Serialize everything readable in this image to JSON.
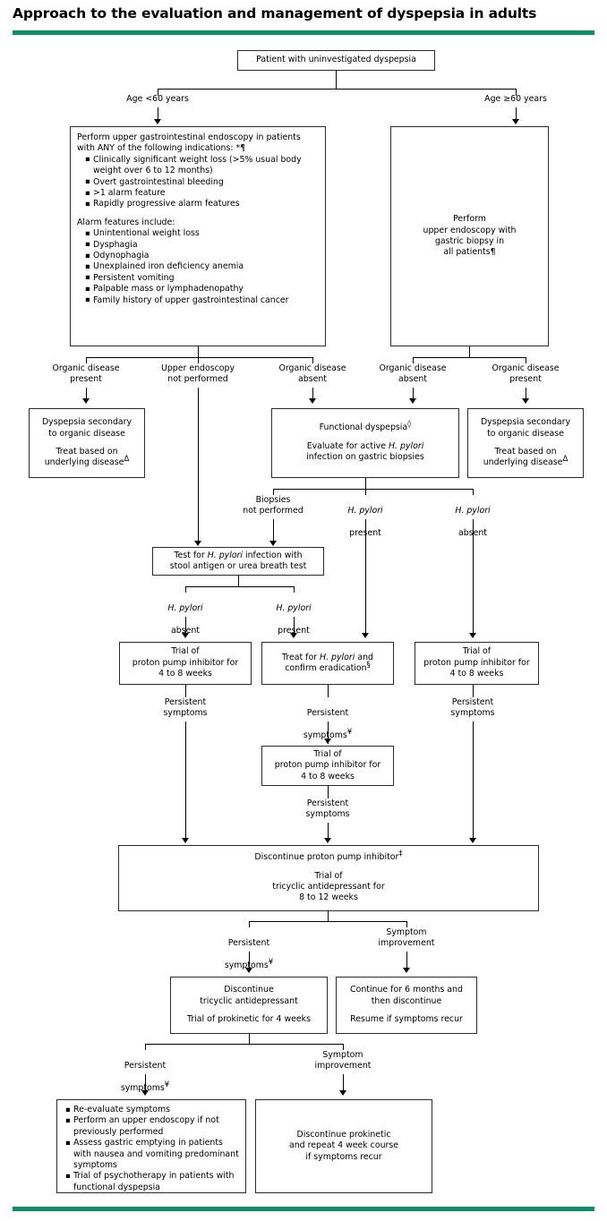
{
  "header": {
    "title": "Approach to the evaluation and management of dyspepsia in adults",
    "rule_color": "#0a9065"
  },
  "nodes": {
    "start": {
      "text": "Patient with uninvestigated dyspepsia"
    },
    "endoscopy_indications": {
      "intro": "Perform upper gastrointestinal endoscopy in patients with ANY of the following indications: *¶",
      "indications": [
        "Clinically significant weight loss (>5% usual body weight over 6 to 12 months)",
        "Overt gastrointestinal bleeding",
        ">1 alarm feature",
        "Rapidly progressive alarm features"
      ],
      "alarm_heading": "Alarm features include:",
      "alarm_features": [
        "Unintentional weight loss",
        "Dysphagia",
        "Odynophagia",
        "Unexplained iron deficiency anemia",
        "Persistent vomiting",
        "Palpable mass or lymphadenopathy",
        "Family history of upper gastrointestinal cancer"
      ]
    },
    "endoscopy_all": {
      "lines": [
        "Perform",
        "upper endoscopy with",
        "gastric biopsy in",
        "all patients¶"
      ]
    },
    "dyspepsia_secondary_left": {
      "line1": "Dyspepsia secondary",
      "line2": "to organic disease",
      "line3": "Treat based on",
      "line4": "underlying disease",
      "symbol4": "Δ"
    },
    "functional_dyspepsia": {
      "line1": "Functional dyspepsia",
      "symbol1": "◊",
      "line2a": "Evaluate for active ",
      "line2b": "H. pylori",
      "line3": "infection on gastric biopsies"
    },
    "dyspepsia_secondary_right": {
      "line1": "Dyspepsia secondary",
      "line2": "to organic disease",
      "line3": "Treat based on",
      "line4": "underlying disease",
      "symbol4": "Δ"
    },
    "test_hpylori": {
      "line1a": "Test for ",
      "line1b": "H. pylori",
      "line1c": " infection with",
      "line2": "stool antigen or urea breath test"
    },
    "ppi_left": {
      "line1": "Trial of",
      "line2": "proton pump inhibitor for",
      "line3": "4 to 8 weeks"
    },
    "treat_hpylori": {
      "line1a": "Treat for ",
      "line1b": "H. pylori",
      "line1c": " and",
      "line2": "confirm eradication",
      "symbol2": "§"
    },
    "ppi_right": {
      "line1": "Trial of",
      "line2": "proton pump inhibitor for",
      "line3": "4 to 8 weeks"
    },
    "ppi_middle": {
      "line1": "Trial of",
      "line2": "proton pump inhibitor for",
      "line3": "4 to 8 weeks"
    },
    "discontinue_ppi": {
      "line1": "Discontinue proton pump inhibitor",
      "symbol1": "‡",
      "line2": "Trial of",
      "line3": "tricyclic antidepressant for",
      "line4": "8 to 12 weeks"
    },
    "discontinue_tca": {
      "line1": "Discontinue",
      "line2": "tricyclic antidepressant",
      "line3": "Trial of prokinetic for 4 weeks"
    },
    "continue_6mo": {
      "line1": "Continue for 6 months and",
      "line2": "then discontinue",
      "line3": "Resume if symptoms recur"
    },
    "reevaluate": {
      "items": [
        "Re-evaluate symptoms",
        "Perform an upper endoscopy if not previously performed",
        "Assess gastric emptying in patients with nausea and vomiting predominant symptoms",
        "Trial of psychotherapy in patients with functional dyspepsia"
      ]
    },
    "discontinue_prokinetic": {
      "line1": "Discontinue prokinetic",
      "line2": "and repeat 4 week course",
      "line3": "if symptoms recur"
    }
  },
  "edge_labels": {
    "age_lt60": "Age <60 years",
    "age_gte60": "Age ≥60 years",
    "organic_present_left": "Organic disease\npresent",
    "endoscopy_not_performed": "Upper endoscopy\nnot performed",
    "organic_absent_left": "Organic disease\nabsent",
    "organic_absent_right": "Organic disease\nabsent",
    "organic_present_right": "Organic disease\npresent",
    "biopsies_not_performed": "Biopsies\nnot performed",
    "hp_present_a": {
      "l1": "H. pylori",
      "l2": "present"
    },
    "hp_absent_a": {
      "l1": "H. pylori",
      "l2": "absent"
    },
    "hp_absent_b": {
      "l1": "H. pylori",
      "l2": "absent"
    },
    "hp_present_b": {
      "l1": "H. pylori",
      "l2": "present"
    },
    "persistent_1": "Persistent\nsymptoms",
    "persistent_2": {
      "l1": "Persistent",
      "l2": "symptoms",
      "sym": "¥"
    },
    "persistent_3": "Persistent\nsymptoms",
    "persistent_mid": "Persistent\nsymptoms",
    "persistent_tca": {
      "l1": "Persistent",
      "l2": "symptoms",
      "sym": "¥"
    },
    "symptom_improvement_1": "Symptom\nimprovement",
    "persistent_final": {
      "l1": "Persistent",
      "l2": "symptoms",
      "sym": "¥"
    },
    "symptom_improvement_2": "Symptom\nimprovement"
  }
}
